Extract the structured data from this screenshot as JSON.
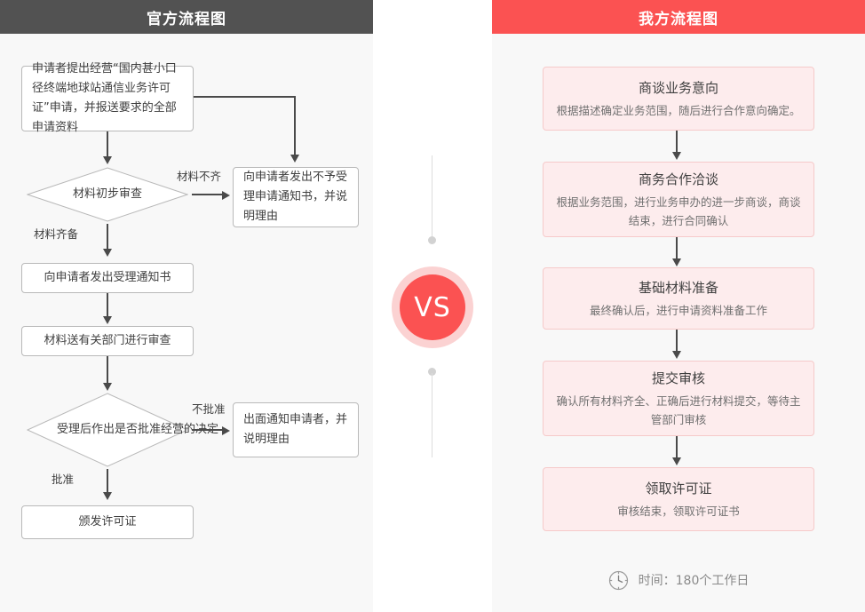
{
  "left_panel": {
    "header": "官方流程图",
    "header_color": "#525252",
    "nodes": {
      "n1": "申请者提出经营“国内甚小口径终端地球站通信业务许可证”申请，并报送要求的全部申请资料",
      "d1": "材料初步审查",
      "n2": "向申请者发出不予受理申请通知书，并说明理由",
      "n3": "向申请者发出受理通知书",
      "n4": "材料送有关部门进行审查",
      "d2": "受理后作出是否批准经营的决定",
      "n5": "出面通知申请者，并说明理由",
      "n6": "颁发许可证"
    },
    "edge_labels": {
      "not_complete": "材料不齐",
      "complete": "材料齐备",
      "rejected": "不批准",
      "approved": "批准"
    }
  },
  "divider": {
    "vs_label": "VS",
    "badge_color": "#fb5252",
    "ring_color": "#fbd2d2"
  },
  "right_panel": {
    "header": "我方流程图",
    "header_color": "#fb5252",
    "card_bg": "#fdeced",
    "card_border": "#f6caca",
    "cards": [
      {
        "title": "商谈业务意向",
        "desc": "根据描述确定业务范围，随后进行合作意向确定。"
      },
      {
        "title": "商务合作洽谈",
        "desc": "根据业务范围，进行业务申办的进一步商谈，商谈结束，进行合同确认"
      },
      {
        "title": "基础材料准备",
        "desc": "最终确认后，进行申请资料准备工作"
      },
      {
        "title": "提交审核",
        "desc": "确认所有材料齐全、正确后进行材料提交，等待主管部门审核"
      },
      {
        "title": "领取许可证",
        "desc": "审核结束，领取许可证书"
      }
    ],
    "footer": {
      "icon": "clock-icon",
      "text": "时间：180个工作日"
    }
  }
}
